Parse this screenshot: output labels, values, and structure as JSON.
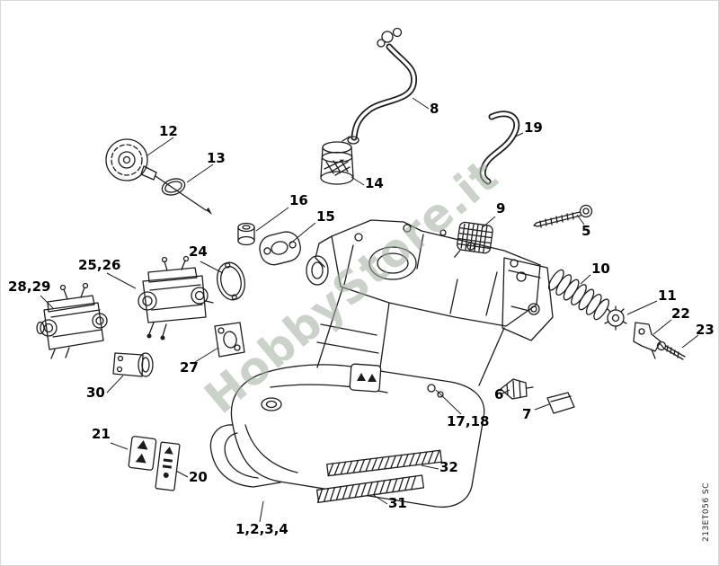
{
  "diagram": {
    "watermark": "HobbyStore.it",
    "doc_code": "213ET056 SC",
    "colors": {
      "line": "#1c1c1c",
      "watermark": "#9fae9e"
    },
    "callouts": [
      {
        "id": "12",
        "label": "12"
      },
      {
        "id": "13",
        "label": "13"
      },
      {
        "id": "14",
        "label": "14"
      },
      {
        "id": "8",
        "label": "8"
      },
      {
        "id": "19",
        "label": "19"
      },
      {
        "id": "16",
        "label": "16"
      },
      {
        "id": "15",
        "label": "15"
      },
      {
        "id": "9",
        "label": "9"
      },
      {
        "id": "5",
        "label": "5"
      },
      {
        "id": "24",
        "label": "24"
      },
      {
        "id": "25-26",
        "label": "25,26"
      },
      {
        "id": "28-29",
        "label": "28,29"
      },
      {
        "id": "10",
        "label": "10"
      },
      {
        "id": "11",
        "label": "11"
      },
      {
        "id": "22",
        "label": "22"
      },
      {
        "id": "23",
        "label": "23"
      },
      {
        "id": "27",
        "label": "27"
      },
      {
        "id": "30",
        "label": "30"
      },
      {
        "id": "6",
        "label": "6"
      },
      {
        "id": "7",
        "label": "7"
      },
      {
        "id": "17-18",
        "label": "17,18"
      },
      {
        "id": "21",
        "label": "21"
      },
      {
        "id": "20",
        "label": "20"
      },
      {
        "id": "32",
        "label": "32"
      },
      {
        "id": "31",
        "label": "31"
      },
      {
        "id": "1-2-3-4",
        "label": "1,2,3,4"
      }
    ]
  }
}
